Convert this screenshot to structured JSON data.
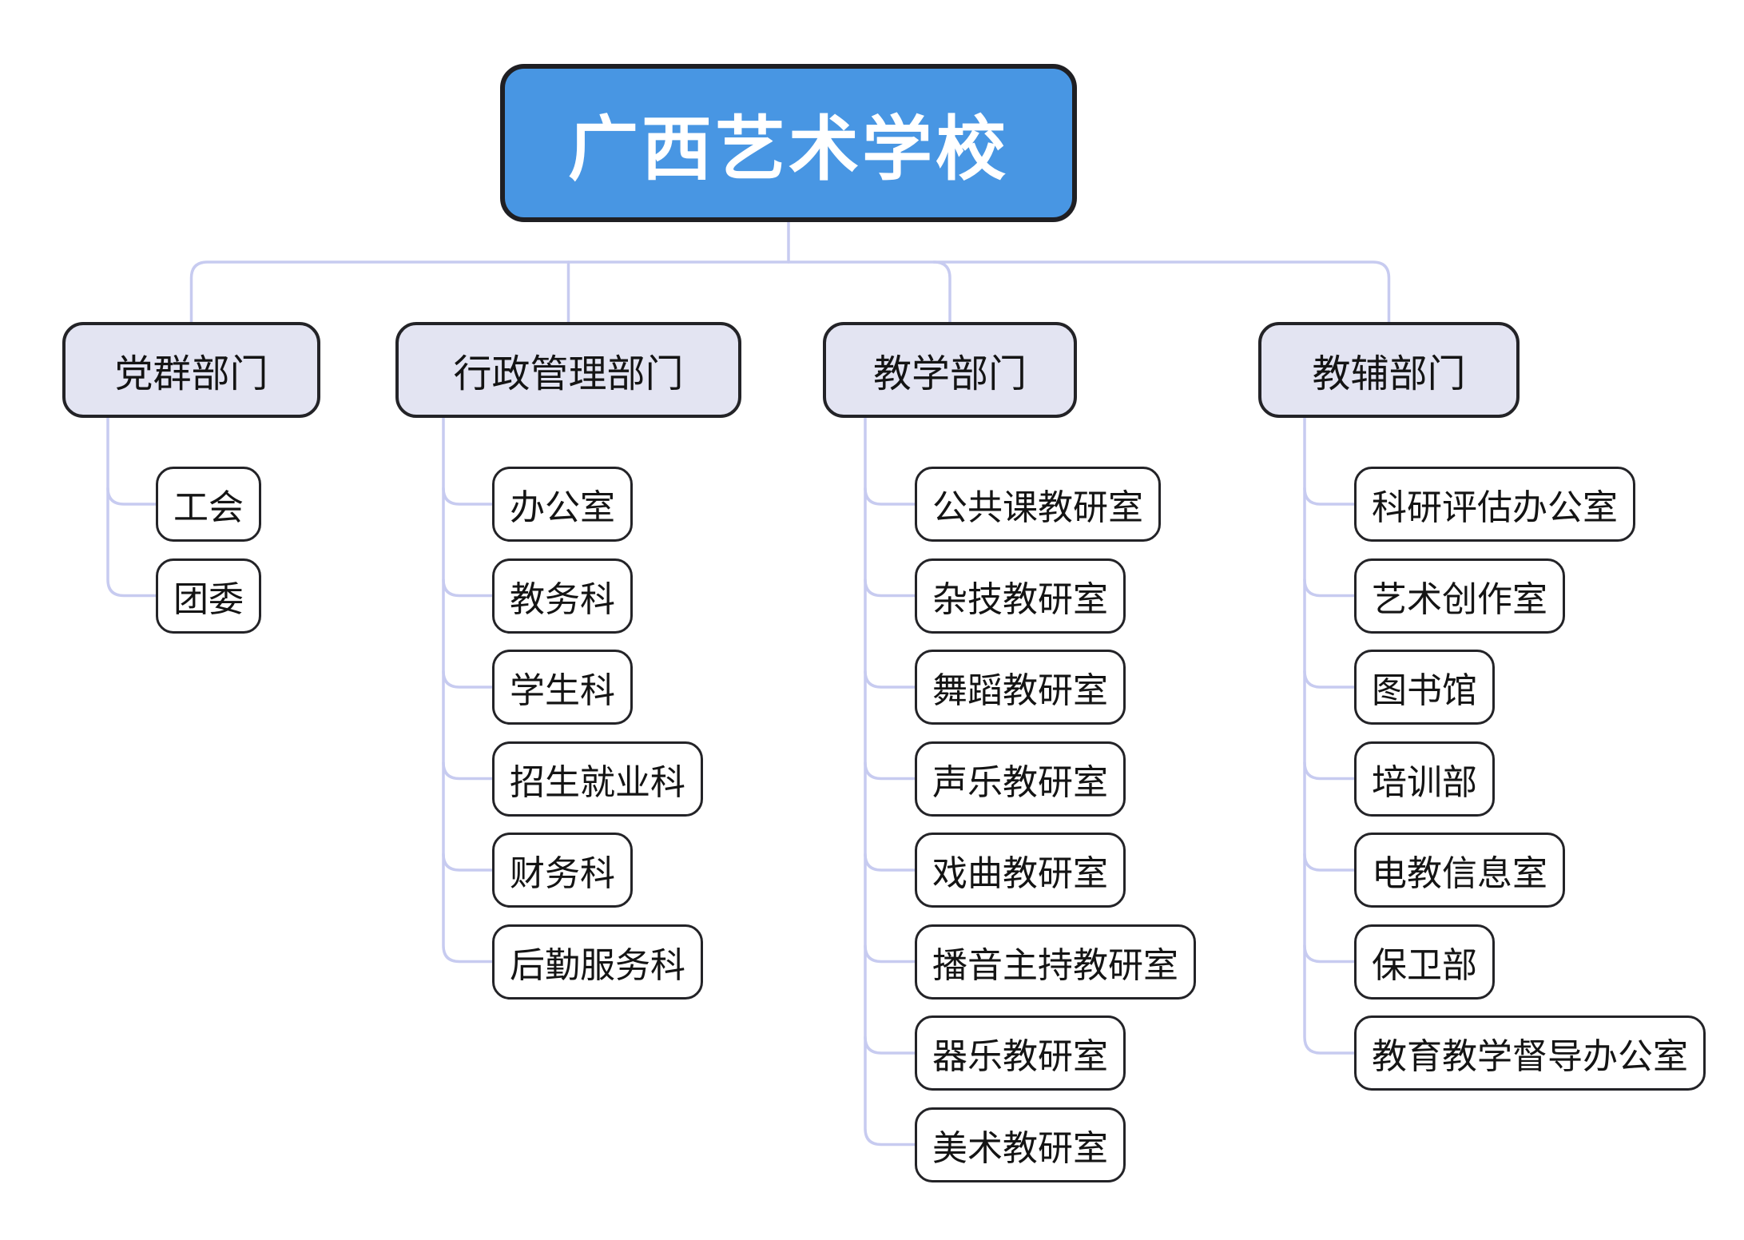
{
  "colors": {
    "background": "#FFFFFF",
    "root_fill": "#4896E3",
    "root_border": "#1F1F23",
    "root_text": "#FFFFFF",
    "branch_fill": "#E3E4F2",
    "node_border": "#232327",
    "child_fill": "#FFFFFF",
    "connector": "#C7CBF0",
    "text": "#141414"
  },
  "root": {
    "label": "广西艺术学校"
  },
  "branches": [
    {
      "label": "党群部门",
      "children": [
        "工会",
        "团委"
      ]
    },
    {
      "label": "行政管理部门",
      "children": [
        "办公室",
        "教务科",
        "学生科",
        "招生就业科",
        "财务科",
        "后勤服务科"
      ]
    },
    {
      "label": "教学部门",
      "children": [
        "公共课教研室",
        "杂技教研室",
        "舞蹈教研室",
        "声乐教研室",
        "戏曲教研室",
        "播音主持教研室",
        "器乐教研室",
        "美术教研室"
      ]
    },
    {
      "label": "教辅部门",
      "children": [
        "科研评估办公室",
        "艺术创作室",
        "图书馆",
        "培训部",
        "电教信息室",
        "保卫部",
        "教育教学督导办公室"
      ]
    }
  ]
}
